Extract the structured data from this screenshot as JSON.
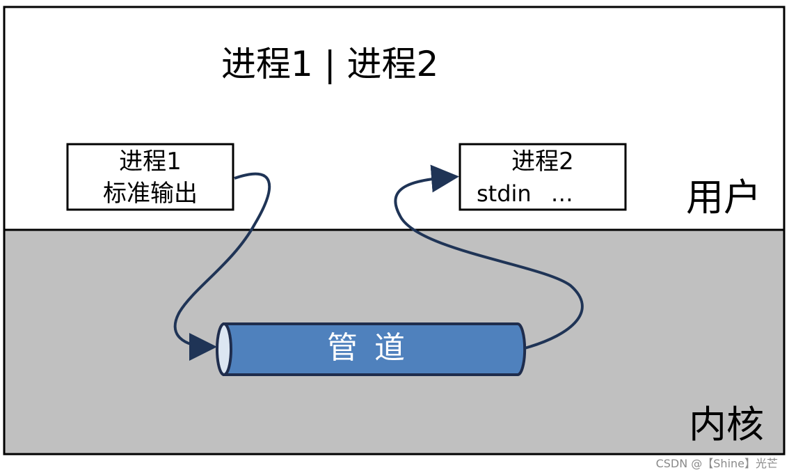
{
  "title": "进程1 | 进程2",
  "regions": {
    "user_label": "用户",
    "kernel_label": "内核"
  },
  "process1": {
    "line1": "进程1",
    "line2": "标准输出"
  },
  "process2": {
    "line1": "进程2",
    "stdin": "stdin",
    "ellipsis": "…"
  },
  "pipe": {
    "label": "管道"
  },
  "watermark": "CSDN @【Shine】光芒",
  "colors": {
    "kernel_background": "#c0c0c0",
    "user_background": "#ffffff",
    "pipe_fill": "#4f81bd",
    "pipe_outline": "#1f2d4d",
    "arrow": "#1f3456",
    "border": "#000000"
  }
}
